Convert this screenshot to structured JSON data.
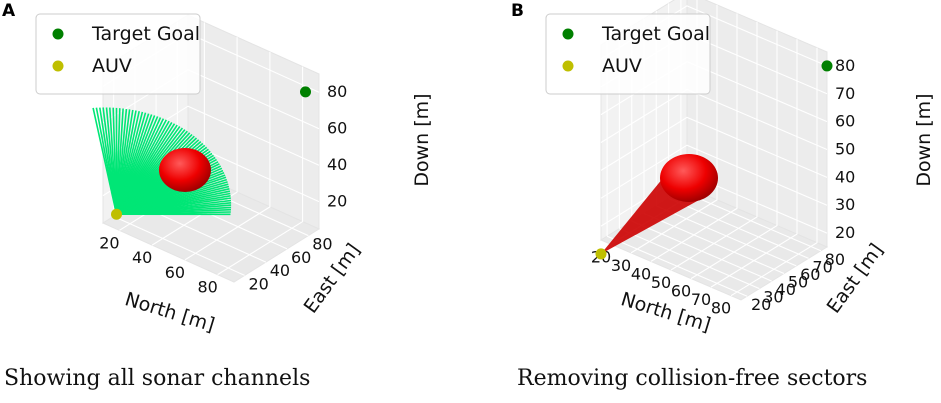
{
  "panels": [
    {
      "letter": "A",
      "caption": "Showing all sonar channels"
    },
    {
      "letter": "B",
      "caption": "Removing collision-free sectors"
    }
  ],
  "chart_data": [
    {
      "type": "scatter3d",
      "panel": "A",
      "legend": {
        "placement": "top-left",
        "entries": [
          {
            "name": "Target Goal",
            "color": "#008000"
          },
          {
            "name": "AUV",
            "color": "#bfbf00"
          }
        ]
      },
      "xlabel": "North [m]",
      "ylabel": "East [m]",
      "zlabel": "Down [m]",
      "xticks": [
        "20",
        "40",
        "60",
        "80"
      ],
      "yticks": [
        "20",
        "40",
        "60",
        "80"
      ],
      "zticks": [
        "20",
        "40",
        "60",
        "80"
      ],
      "xlim": [
        10,
        90
      ],
      "ylim": [
        10,
        90
      ],
      "zlim": [
        5,
        90
      ],
      "grid": true,
      "points": [
        {
          "series": "Target Goal",
          "x": 85,
          "y": 85,
          "z": 80
        },
        {
          "series": "AUV",
          "x": 15,
          "y": 15,
          "z": 10
        }
      ],
      "obstacle": {
        "shape": "sphere",
        "color": "#ff0000",
        "x": 50,
        "y": 50,
        "z": 45
      },
      "sonar": {
        "channels": "all",
        "color": "#00e676"
      }
    },
    {
      "type": "scatter3d",
      "panel": "B",
      "legend": {
        "placement": "top-left",
        "entries": [
          {
            "name": "Target Goal",
            "color": "#008000"
          },
          {
            "name": "AUV",
            "color": "#bfbf00"
          }
        ]
      },
      "xlabel": "North [m]",
      "ylabel": "East [m]",
      "zlabel": "Down [m]",
      "xticks": [
        "20",
        "30",
        "40",
        "50",
        "60",
        "70",
        "80"
      ],
      "yticks": [
        "20",
        "30",
        "40",
        "50",
        "60",
        "70",
        "80"
      ],
      "zticks": [
        "20",
        "30",
        "40",
        "50",
        "60",
        "70",
        "80"
      ],
      "xlim": [
        15,
        85
      ],
      "ylim": [
        15,
        85
      ],
      "zlim": [
        15,
        85
      ],
      "grid": true,
      "points": [
        {
          "series": "Target Goal",
          "x": 85,
          "y": 85,
          "z": 80
        },
        {
          "series": "AUV",
          "x": 15,
          "y": 15,
          "z": 10
        }
      ],
      "obstacle": {
        "shape": "sphere",
        "color": "#ff0000",
        "x": 50,
        "y": 50,
        "z": 45
      },
      "sonar": {
        "channels": "collision sector only",
        "color": "#cc0000"
      }
    }
  ]
}
